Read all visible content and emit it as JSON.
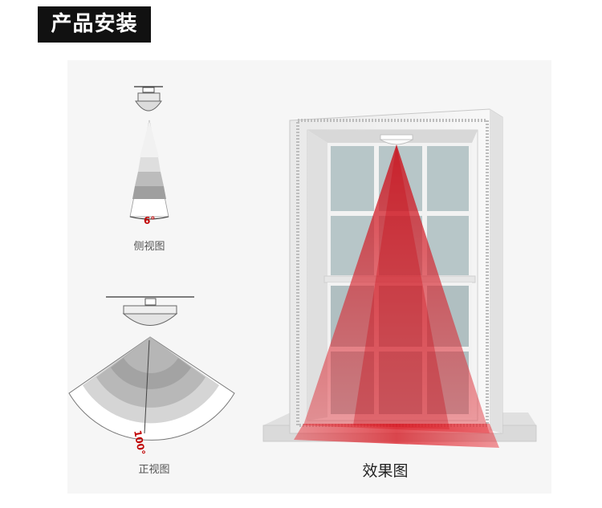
{
  "header": {
    "title": "产品安装"
  },
  "side_view": {
    "caption": "侧视图",
    "angle": "6°"
  },
  "front_view": {
    "caption": "正视图",
    "angle": "100°"
  },
  "effect_view": {
    "caption": "效果图"
  },
  "colors": {
    "beam": "#d4111b",
    "title_bg": "#111111",
    "panel_bg": "#f6f6f6"
  },
  "icons": [
    "ceiling-sensor-icon",
    "door-frame-illustration"
  ]
}
